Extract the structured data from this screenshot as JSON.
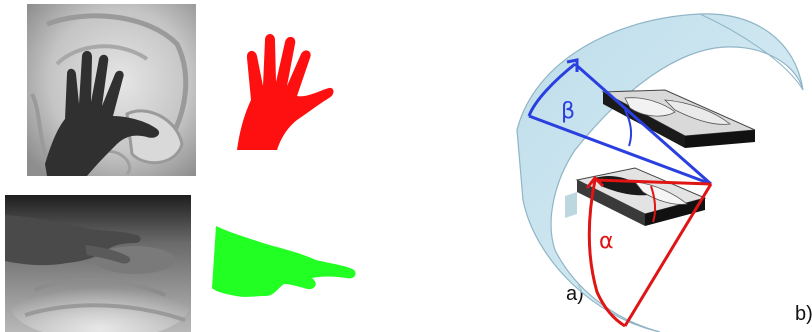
{
  "panels": {
    "a": {
      "label": "a)"
    },
    "b": {
      "label": "b)",
      "angle_beta": "β",
      "angle_alpha": "α"
    }
  },
  "colors": {
    "red_mask": "#ff1010",
    "green_mask": "#22ff22",
    "beta_arc": "#2a3fe0",
    "alpha_arc": "#e01414",
    "dome": "#b9dbe9"
  },
  "icons": {
    "hand_top_photo": "hand-on-relief-photo",
    "hand_bottom_photo": "hand-on-relief-photo",
    "red_mask": "red-hand-segmentation-mask",
    "green_mask": "green-hand-segmentation-mask",
    "dome": "viewing-hemisphere",
    "relief_model": "relief-3d-model"
  }
}
